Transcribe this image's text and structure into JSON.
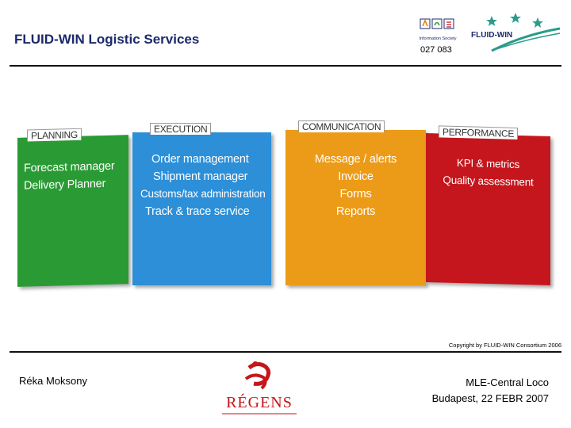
{
  "header": {
    "title": "FLUID-WIN Logistic Services",
    "info_society_label": "Information Society",
    "project_number": "027 083",
    "fluidwin_logo_text": "FLUID-WIN"
  },
  "folders": [
    {
      "tab": "PLANNING",
      "color": "#2a9b34",
      "items": [
        "Forecast manager",
        "Delivery Planner"
      ]
    },
    {
      "tab": "EXECUTION",
      "color": "#2c8fd8",
      "items": [
        "Order management",
        "Shipment manager",
        "Customs/tax administration",
        "Track & trace service"
      ]
    },
    {
      "tab": "COMMUNICATION",
      "color": "#ec9b18",
      "items": [
        "Message / alerts",
        "Invoice",
        "Forms",
        "Reports"
      ]
    },
    {
      "tab": "PERFORMANCE",
      "color": "#c4161c",
      "items": [
        "KPI & metrics",
        "Quality assessment"
      ]
    }
  ],
  "copyright": "Copyright by FLUID-WIN Consortium 2006",
  "footer": {
    "author": "Réka Moksony",
    "regens_logo_text": "RÉGENS",
    "event_line1": "MLE-Central Loco",
    "event_line2": "Budapest, 22 FEBR 2007"
  }
}
